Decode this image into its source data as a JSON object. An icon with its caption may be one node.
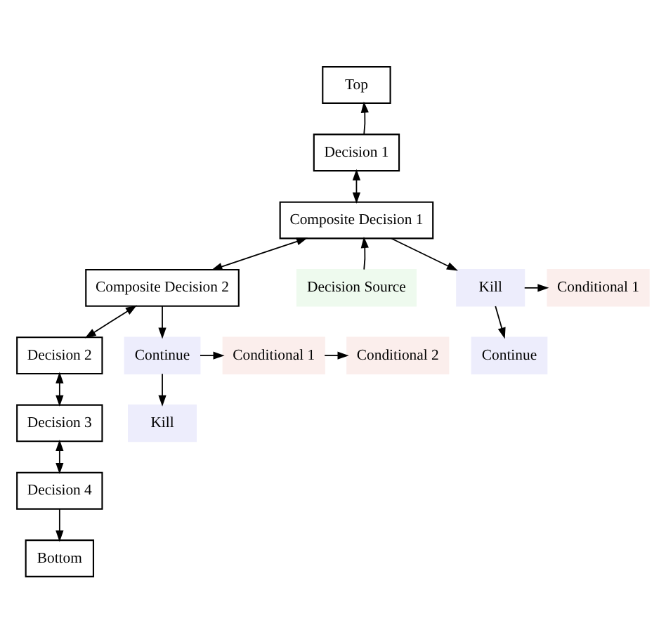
{
  "diagram": {
    "nodes": [
      {
        "text": [
          "Top"
        ]
      },
      {
        "text": [
          "Decision 1"
        ]
      },
      {
        "text": [
          "Composite Decision 1"
        ]
      },
      {
        "text": [
          "Composite Decision 2"
        ]
      },
      {
        "text": [
          "Decision Source"
        ]
      },
      {
        "text": [
          "Kill"
        ]
      },
      {
        "text": [
          "Conditional 1"
        ]
      },
      {
        "text": [
          "Decision 2"
        ]
      },
      {
        "text": [
          "Continue"
        ]
      },
      {
        "text": [
          "Conditional 1"
        ]
      },
      {
        "text": [
          "Conditional 2"
        ]
      },
      {
        "text": [
          "Continue"
        ]
      },
      {
        "text": [
          "Decision 3"
        ]
      },
      {
        "text": [
          "Kill"
        ]
      },
      {
        "text": [
          "Decision 4"
        ]
      },
      {
        "text": [
          "Bottom"
        ]
      }
    ],
    "edges": [
      {
        "from": 1,
        "to": 0,
        "arrow": "to"
      },
      {
        "from": 1,
        "to": 2,
        "arrow": "both"
      },
      {
        "from": 2,
        "to": 3,
        "arrow": "both"
      },
      {
        "from": 4,
        "to": 2,
        "arrow": "to"
      },
      {
        "from": 2,
        "to": 5,
        "arrow": "to"
      },
      {
        "from": 5,
        "to": 6,
        "arrow": "to"
      },
      {
        "from": 5,
        "to": 11,
        "arrow": "to"
      },
      {
        "from": 3,
        "to": 7,
        "arrow": "both"
      },
      {
        "from": 3,
        "to": 8,
        "arrow": "to"
      },
      {
        "from": 8,
        "to": 9,
        "arrow": "to"
      },
      {
        "from": 9,
        "to": 10,
        "arrow": "to"
      },
      {
        "from": 8,
        "to": 13,
        "arrow": "to"
      },
      {
        "from": 7,
        "to": 12,
        "arrow": "both"
      },
      {
        "from": 12,
        "to": 14,
        "arrow": "both"
      },
      {
        "from": 14,
        "to": 15,
        "arrow": "to"
      }
    ]
  }
}
